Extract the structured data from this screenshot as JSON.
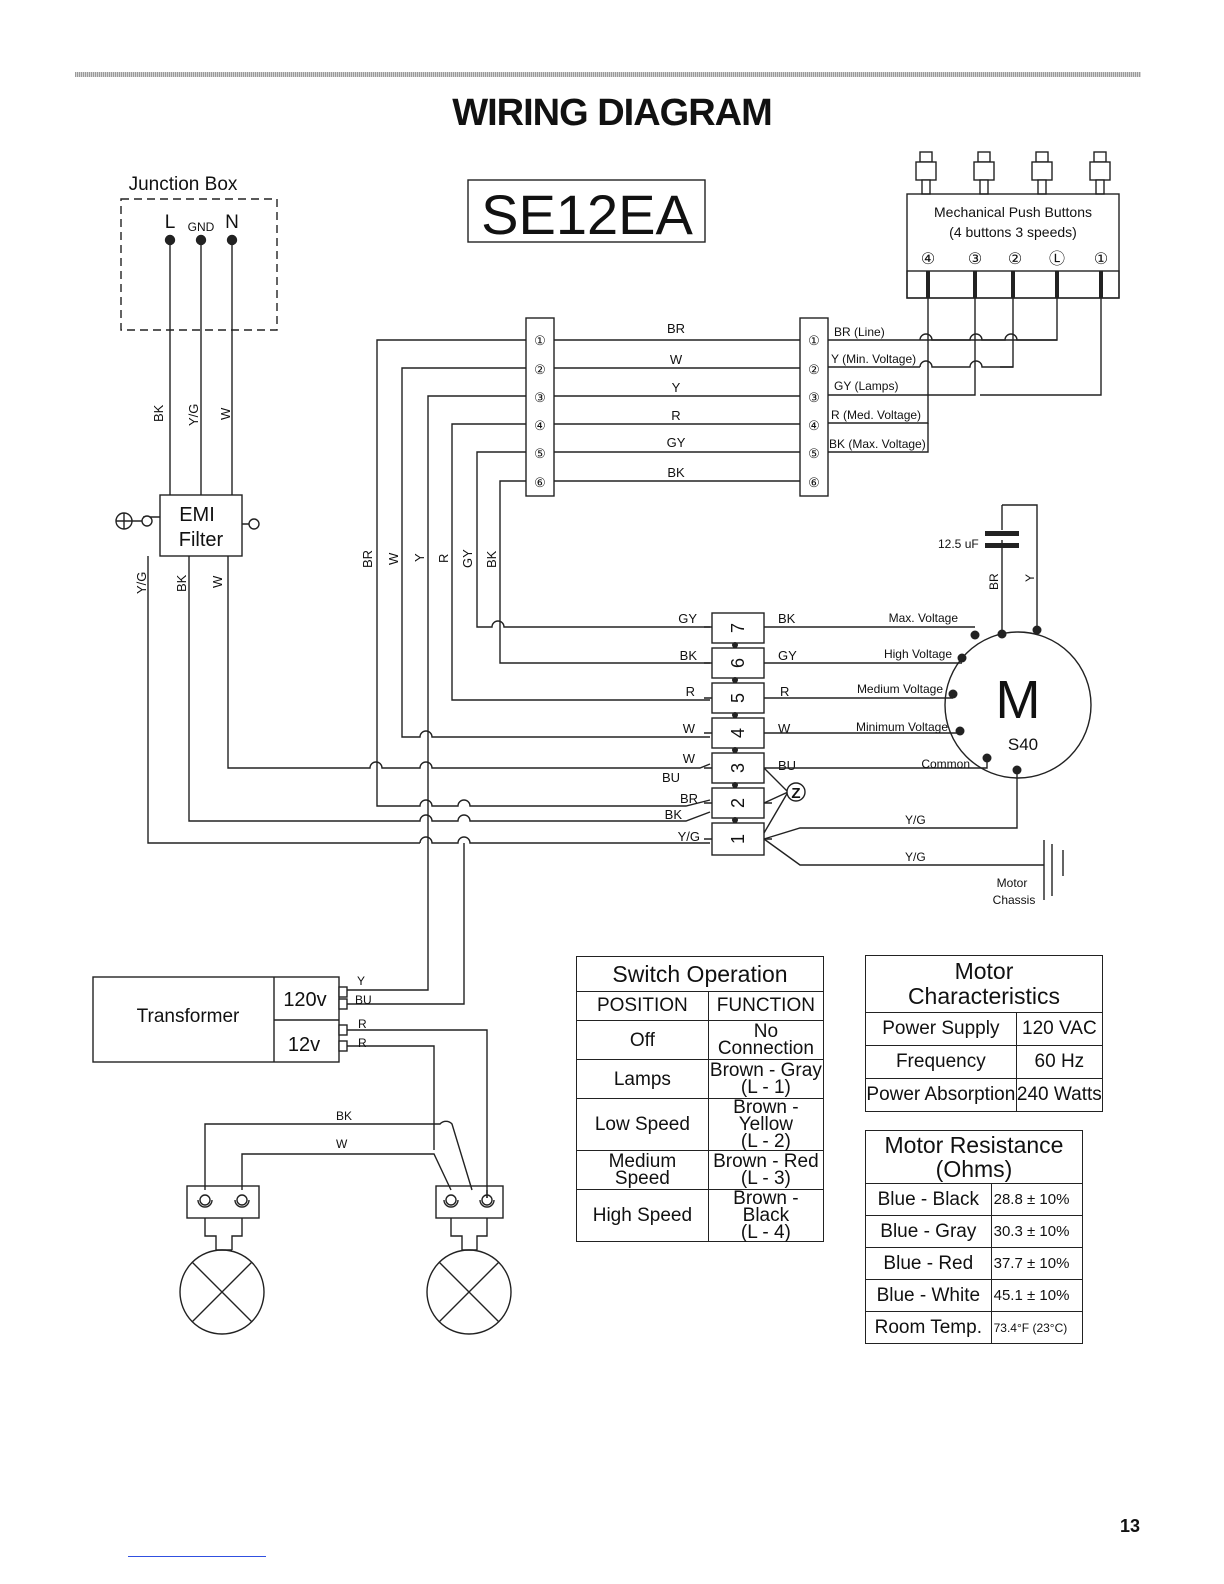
{
  "page": {
    "title": "WIRING DIAGRAM",
    "model": "SE12EA",
    "page_number": "13"
  },
  "junction_box": {
    "label": "Junction Box",
    "terminals": [
      "L",
      "GND",
      "N"
    ],
    "wires": [
      "BK",
      "Y/G",
      "W"
    ]
  },
  "emi_filter": {
    "label_line1": "EMI",
    "label_line2": "Filter",
    "out_wires": [
      "Y/G",
      "BK",
      "W"
    ]
  },
  "push_buttons": {
    "label_line1": "Mechanical Push Buttons",
    "label_line2": "(4 buttons 3 speeds)",
    "buttons": [
      "④",
      "③",
      "②",
      "Ⓛ",
      "①"
    ]
  },
  "left_connector": {
    "pins": [
      "①",
      "②",
      "③",
      "④",
      "⑤",
      "⑥"
    ],
    "wires": [
      "BR",
      "W",
      "Y",
      "R",
      "GY",
      "BK"
    ],
    "vertical_wires": [
      "BR",
      "W",
      "Y",
      "R",
      "GY",
      "BK"
    ]
  },
  "right_connector": {
    "pins": [
      "①",
      "②",
      "③",
      "④",
      "⑤",
      "⑥"
    ],
    "labels": [
      "BR (Line)",
      "Y (Min. Voltage)",
      "GY (Lamps)",
      "R (Med. Voltage)",
      "BK (Max. Voltage)"
    ]
  },
  "motor": {
    "capacitor": "12.5 uF",
    "cap_wires": [
      "BR",
      "Y"
    ],
    "symbol": "M",
    "model": "S40",
    "voltage_labels": [
      "Max. Voltage",
      "High Voltage",
      "Medium Voltage",
      "Minimum Voltage",
      "Common"
    ],
    "ground_labels": [
      "Y/G",
      "Y/G"
    ],
    "chassis_line1": "Motor",
    "chassis_line2": "Chassis"
  },
  "terminal_block": {
    "numbers": [
      "7",
      "6",
      "5",
      "4",
      "3",
      "2",
      "1"
    ],
    "left_wires": [
      "GY",
      "BK",
      "R",
      "W",
      "W",
      "BU",
      "BR",
      "BK",
      "Y/G"
    ],
    "right_wires": [
      "BK",
      "GY",
      "R",
      "W",
      "BU"
    ],
    "z_label": "Z"
  },
  "transformer": {
    "label": "Transformer",
    "primary": "120v",
    "secondary": "12v",
    "primary_wires": [
      "Y",
      "BU"
    ],
    "secondary_wires": [
      "R",
      "R"
    ],
    "lamp_wires": [
      "BK",
      "W"
    ]
  },
  "switch_operation": {
    "title": "Switch Operation",
    "headers": [
      "POSITION",
      "FUNCTION"
    ],
    "rows": [
      {
        "position": "Off",
        "function": "No Connection",
        "sub": ""
      },
      {
        "position": "Lamps",
        "function": "Brown - Gray",
        "sub": "(L - 1)"
      },
      {
        "position": "Low Speed",
        "function": "Brown - Yellow",
        "sub": "(L - 2)"
      },
      {
        "position": "Medium Speed",
        "function": "Brown - Red",
        "sub": "(L - 3)"
      },
      {
        "position": "High Speed",
        "function": "Brown - Black",
        "sub": "(L - 4)"
      }
    ]
  },
  "motor_characteristics": {
    "title_line1": "Motor",
    "title_line2": "Characteristics",
    "rows": [
      {
        "name": "Power Supply",
        "value": "120 VAC"
      },
      {
        "name": "Frequency",
        "value": "60 Hz"
      },
      {
        "name": "Power Absorption",
        "value": "240 Watts"
      }
    ]
  },
  "motor_resistance": {
    "title_line1": "Motor Resistance",
    "title_line2": "(Ohms)",
    "rows": [
      {
        "name": "Blue - Black",
        "value": "28.8 ± 10%"
      },
      {
        "name": "Blue - Gray",
        "value": "30.3 ± 10%"
      },
      {
        "name": "Blue - Red",
        "value": "37.7 ± 10%"
      },
      {
        "name": "Blue - White",
        "value": "45.1 ± 10%"
      },
      {
        "name": "Room Temp.",
        "value": "73.4°F (23°C)"
      }
    ]
  }
}
